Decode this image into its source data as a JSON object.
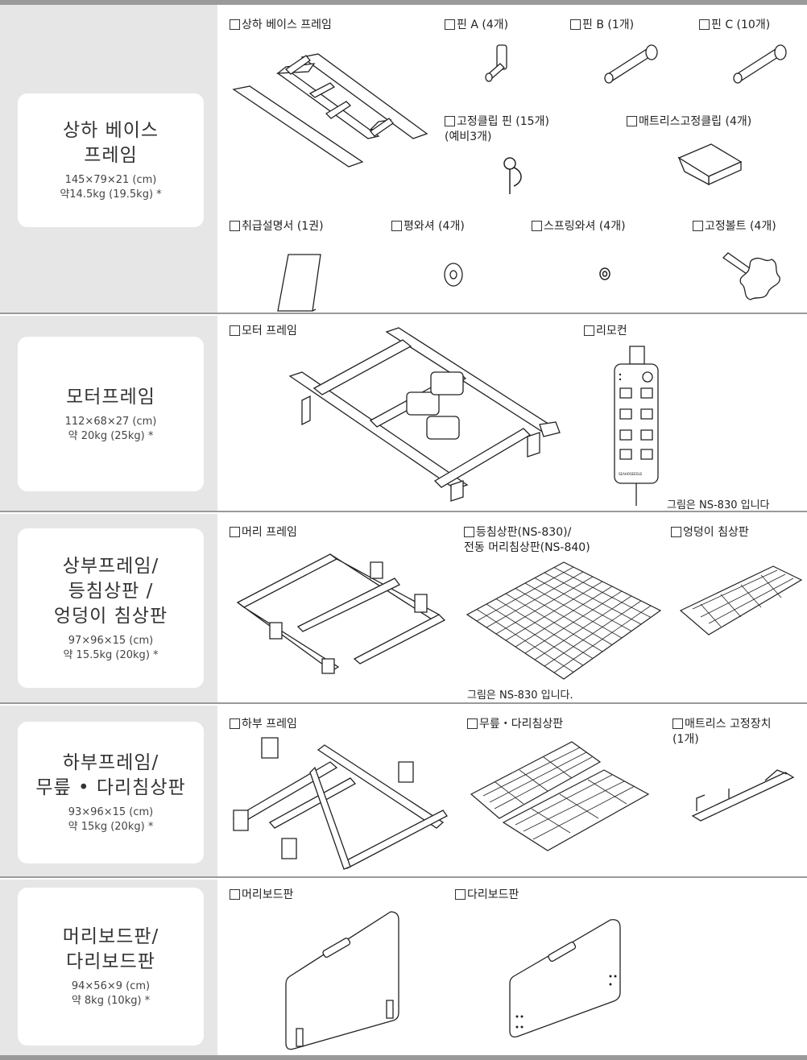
{
  "rows": [
    {
      "name": "상하 베이스\n프레임",
      "spec": "145×79×21 (cm)\n약14.5kg (19.5kg) *",
      "items": [
        "상하 베이스 프레임",
        "핀 A (4개)",
        "핀 B (1개)",
        "핀 C (10개)",
        "고정클립 핀 (15개)\n(예비3개)",
        "매트리스고정클립 (4개)",
        "취급설명서 (1권)",
        "평와셔 (4개)",
        "스프링와셔 (4개)",
        "고정볼트 (4개)"
      ]
    },
    {
      "name": "모터프레임",
      "spec": "112×68×27 (cm)\n약 20kg (25kg) *",
      "items": [
        "모터 프레임",
        "리모컨"
      ],
      "note": "그림은 NS-830 입니다"
    },
    {
      "name": "상부프레임/\n등침상판 /\n엉덩이 침상판",
      "spec": "97×96×15 (cm)\n약 15.5kg (20kg) *",
      "items": [
        "머리 프레임",
        "등침상판(NS-830)/\n전동 머리침상판(NS-840)",
        "엉덩이 침상판"
      ],
      "note": "그림은 NS-830 입니다."
    },
    {
      "name": "하부프레임/\n무릎 • 다리침상판",
      "spec": "93×96×15 (cm)\n약 15kg (20kg) *",
      "items": [
        "하부 프레임",
        "무릎・다리침상판",
        "매트리스 고정장치\n(1개)"
      ]
    },
    {
      "name": "머리보드판/\n다리보드판",
      "spec": "94×56×9 (cm)\n약 8kg (10kg) *",
      "items": [
        "머리보드판",
        "다리보드판"
      ]
    }
  ],
  "brand_text": "SEAHOSEEDLE"
}
